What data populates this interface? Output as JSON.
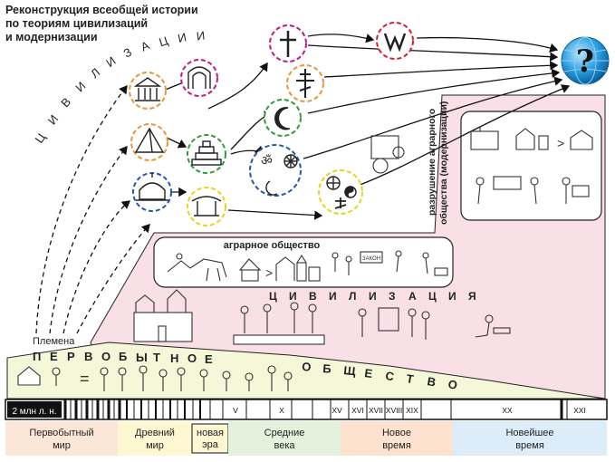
{
  "title": "Реконструкция всеобщей истории\nпо теориям цивилизаций\nи модернизации",
  "arc_labels": {
    "civilizations_arc": [
      "Ц",
      "И",
      "В",
      "И",
      "Л",
      "И",
      "З",
      "А",
      "Ц",
      "И",
      "И"
    ]
  },
  "labels": {
    "tribes": "Племена",
    "agrarian_society": "аграрное общество",
    "modernization": "разрушение аграрного\nобщества (модернизации)",
    "modernization_line1": "разрушение аграрного",
    "modernization_line2": "общества (модернизации)",
    "question": "?",
    "law": "ЗАКОН",
    "equals": "="
  },
  "spaced_words": {
    "civilization": [
      "Ц",
      "И",
      "В",
      "И",
      "Л",
      "И",
      "З",
      "А",
      "Ц",
      "И",
      "Я"
    ],
    "primitive": [
      "П",
      "Е",
      "Р",
      "В",
      "О",
      "Б",
      "Ы",
      "Т",
      "Н",
      "О",
      "Е"
    ],
    "society": [
      "О",
      "Б",
      "Щ",
      "Е",
      "С",
      "Т",
      "В",
      "О"
    ]
  },
  "timeline": {
    "start_label": "2 млн л. н.",
    "centuries": [
      "V",
      "X",
      "XV",
      "XVI",
      "XVII",
      "XVIII",
      "XIX",
      "XX",
      "XXI"
    ]
  },
  "eras": [
    {
      "label": "Первобытный\nмир",
      "color": "#fbe6d7"
    },
    {
      "label": "Древний\nмир",
      "color": "#fdf7d2"
    },
    {
      "label": "новая\nэра",
      "color": "#fdf7d2"
    },
    {
      "label": "Средние\nвека",
      "color": "#e3f1dd"
    },
    {
      "label": "Новое\nвремя",
      "color": "#fde3cf"
    },
    {
      "label": "Новейшее\nвремя",
      "color": "#dcecf8"
    }
  ],
  "colors": {
    "pink_region": "#f9dfe6",
    "yellow_region": "#f4f7d8",
    "circle_orange": "#e8953a",
    "circle_magenta": "#c2187c",
    "circle_green": "#2d9b3a",
    "circle_blue": "#2457a8",
    "circle_yellow": "#e9d21a",
    "circle_red": "#d32027",
    "globe": "#2a9fe0"
  }
}
